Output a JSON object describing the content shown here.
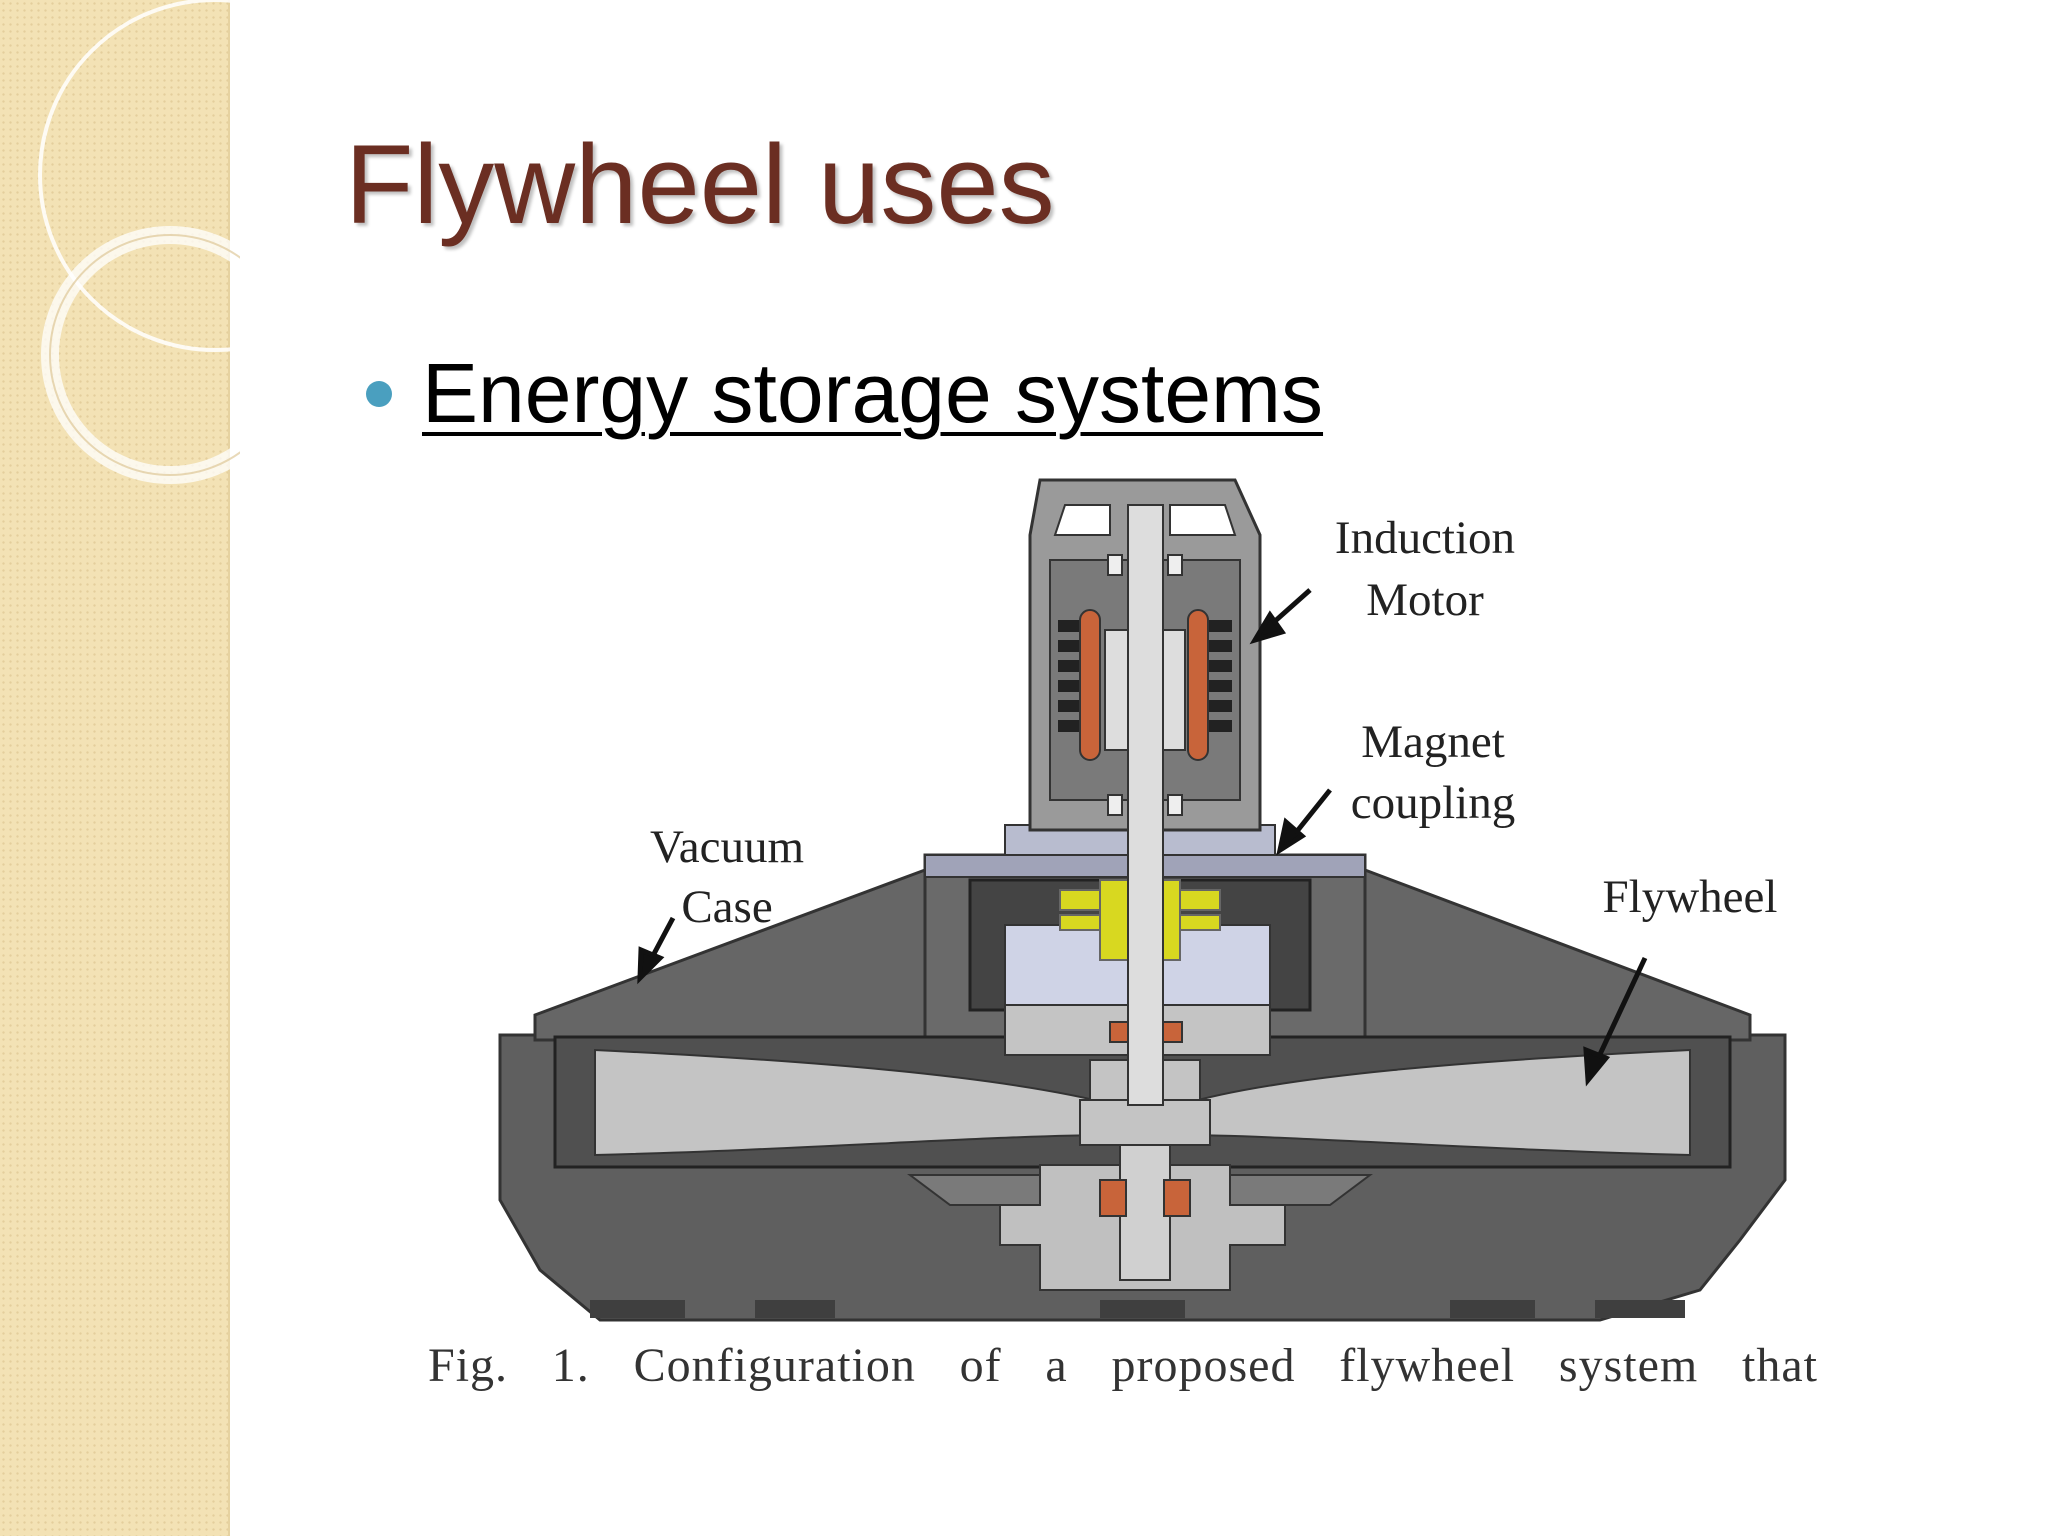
{
  "slide": {
    "title": "Flywheel uses",
    "bullet": "Energy storage systems"
  },
  "figure": {
    "labels": {
      "induction_motor_line1": "Induction",
      "induction_motor_line2": "Motor",
      "magnet_coupling_line1": "Magnet",
      "magnet_coupling_line2": "coupling",
      "vacuum_case_line1": "Vacuum",
      "vacuum_case_line2": "Case",
      "flywheel": "Flywheel"
    },
    "caption": "Fig. 1. Configuration of a proposed flywheel system that"
  },
  "colors": {
    "title": "#6b2e22",
    "bullet_dot": "#4a9fbf",
    "side_band": "#f3e2b5",
    "case_dark": "#5f5f5f",
    "metal_light": "#c4c4c4",
    "coil_copper": "#c8643a",
    "coupling_yellow": "#d8d820"
  }
}
